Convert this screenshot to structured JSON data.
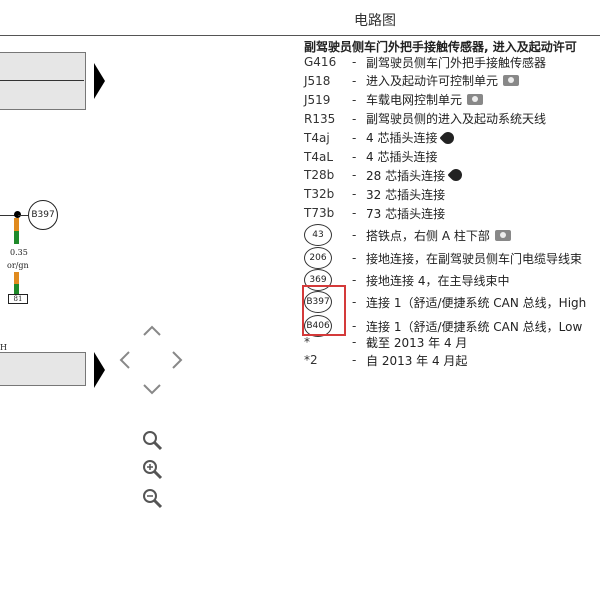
{
  "header": {
    "title": "电路图"
  },
  "diagram": {
    "circle_label": "B397",
    "wire_size": "0.35",
    "wire_color": "or/gn",
    "pin_label": "81",
    "letter_fragment": "H"
  },
  "legend": {
    "heading": "副驾驶员侧车门外把手接触传感器, 进入及起动许可",
    "dash": "-",
    "rows": [
      {
        "code": "G416",
        "desc": "副驾驶员侧车门外把手接触传感器",
        "icon": ""
      },
      {
        "code": "J518",
        "desc": "进入及起动许可控制单元",
        "icon": "camera-icon"
      },
      {
        "code": "J519",
        "desc": "车载电网控制单元",
        "icon": "camera-icon"
      },
      {
        "code": "R135",
        "desc": "副驾驶员侧的进入及起动系统天线",
        "icon": ""
      },
      {
        "code": "T4aj",
        "desc": "4 芯插头连接",
        "icon": "plug-icon"
      },
      {
        "code": "T4aL",
        "desc": "4 芯插头连接",
        "icon": ""
      },
      {
        "code": "T28b",
        "desc": "28 芯插头连接",
        "icon": "plug-icon"
      },
      {
        "code": "T32b",
        "desc": "32 芯插头连接",
        "icon": ""
      },
      {
        "code": "T73b",
        "desc": "73 芯插头连接",
        "icon": ""
      }
    ],
    "circle_rows": [
      {
        "code": "43",
        "desc": "搭铁点，右侧 A 柱下部",
        "icon": "camera-icon"
      },
      {
        "code": "206",
        "desc": "接地连接，在副驾驶员侧车门电缆导线束"
      },
      {
        "code": "369",
        "desc": "接地连接 4，在主导线束中"
      },
      {
        "code": "B397",
        "desc": "连接 1（舒适/便捷系统 CAN 总线，High"
      },
      {
        "code": "B406",
        "desc": "连接 1（舒适/便捷系统 CAN 总线，Low"
      }
    ],
    "note_rows": [
      {
        "code": "*",
        "desc": "截至 2013 年 4 月"
      },
      {
        "code": "*2",
        "desc": "自 2013 年 4 月起"
      }
    ]
  },
  "colors": {
    "wire_orange": "#e08a1e",
    "wire_green": "#1f8a2a",
    "highlight": "#d43a3a"
  }
}
